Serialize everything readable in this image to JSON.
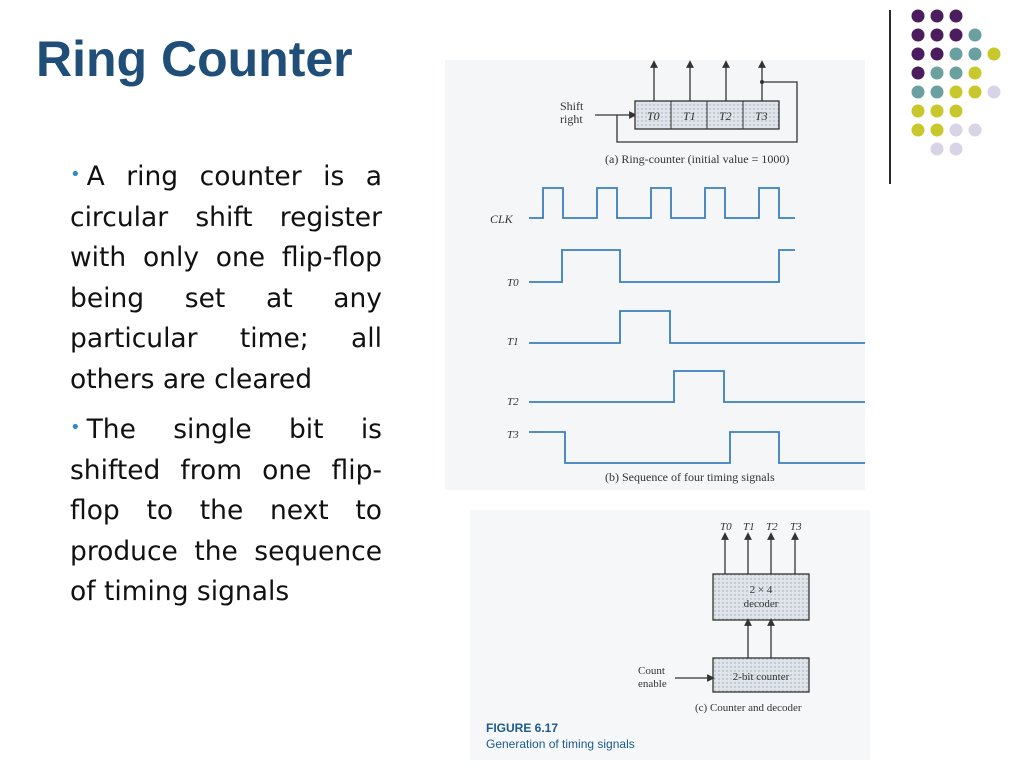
{
  "slide": {
    "title": "Ring Counter",
    "bullets": [
      "A ring counter is a circular shift register with only one flip-flop being set at any particular time; all others are cleared",
      "The single bit is shifted from one flip-flop to the next to produce the sequence of timing signals"
    ]
  },
  "colors": {
    "title": "#1f4e79",
    "bullet": "#2e8bc0",
    "dot_purple": "#4b1d5e",
    "dot_teal": "#6aa0a0",
    "dot_yellow": "#c8c82c",
    "dot_lavender": "#d8d4e6"
  },
  "figure": {
    "ring": {
      "input_label_1": "Shift",
      "input_label_2": "right",
      "cells": [
        "T0",
        "T1",
        "T2",
        "T3"
      ],
      "caption": "(a) Ring-counter (initial value = 1000)"
    },
    "timing": {
      "signals": [
        "CLK",
        "T0",
        "T1",
        "T2",
        "T3"
      ],
      "caption": "(b) Sequence of four timing signals"
    },
    "decoder": {
      "outputs": [
        "T0",
        "T1",
        "T2",
        "T3"
      ],
      "decoder_label_1": "2 × 4",
      "decoder_label_2": "decoder",
      "counter_label": "2-bit counter",
      "enable_label_1": "Count",
      "enable_label_2": "enable",
      "caption": "(c) Counter and decoder"
    },
    "figure_number": "FIGURE 6.17",
    "figure_title": "Generation of timing signals"
  }
}
